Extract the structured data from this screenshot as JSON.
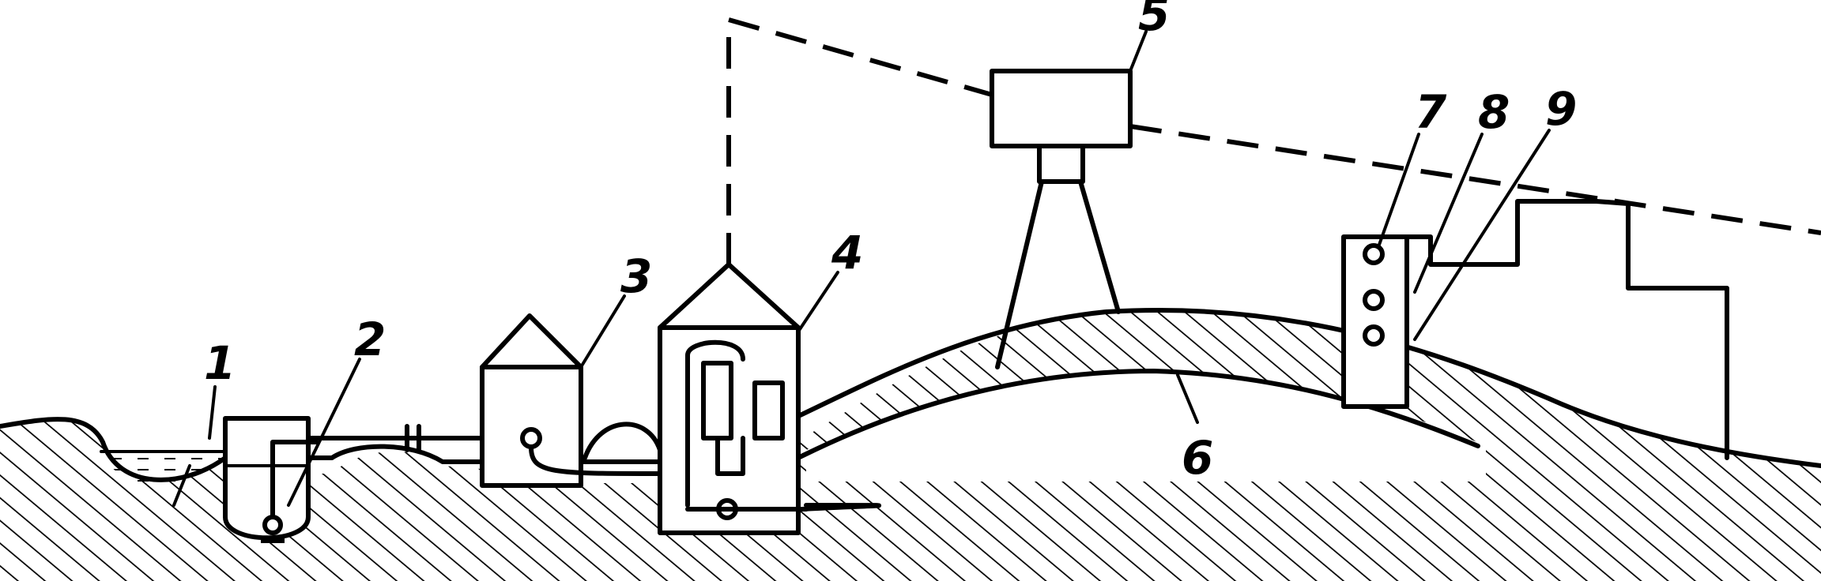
{
  "labels": {
    "water_source": "1",
    "pump_well": "2",
    "pump_station": "3",
    "control_house": "4",
    "elevated_tank": "5",
    "main_pipe": "6",
    "outlet_a": "7",
    "outlet_b": "8",
    "outlet_c": "9"
  }
}
